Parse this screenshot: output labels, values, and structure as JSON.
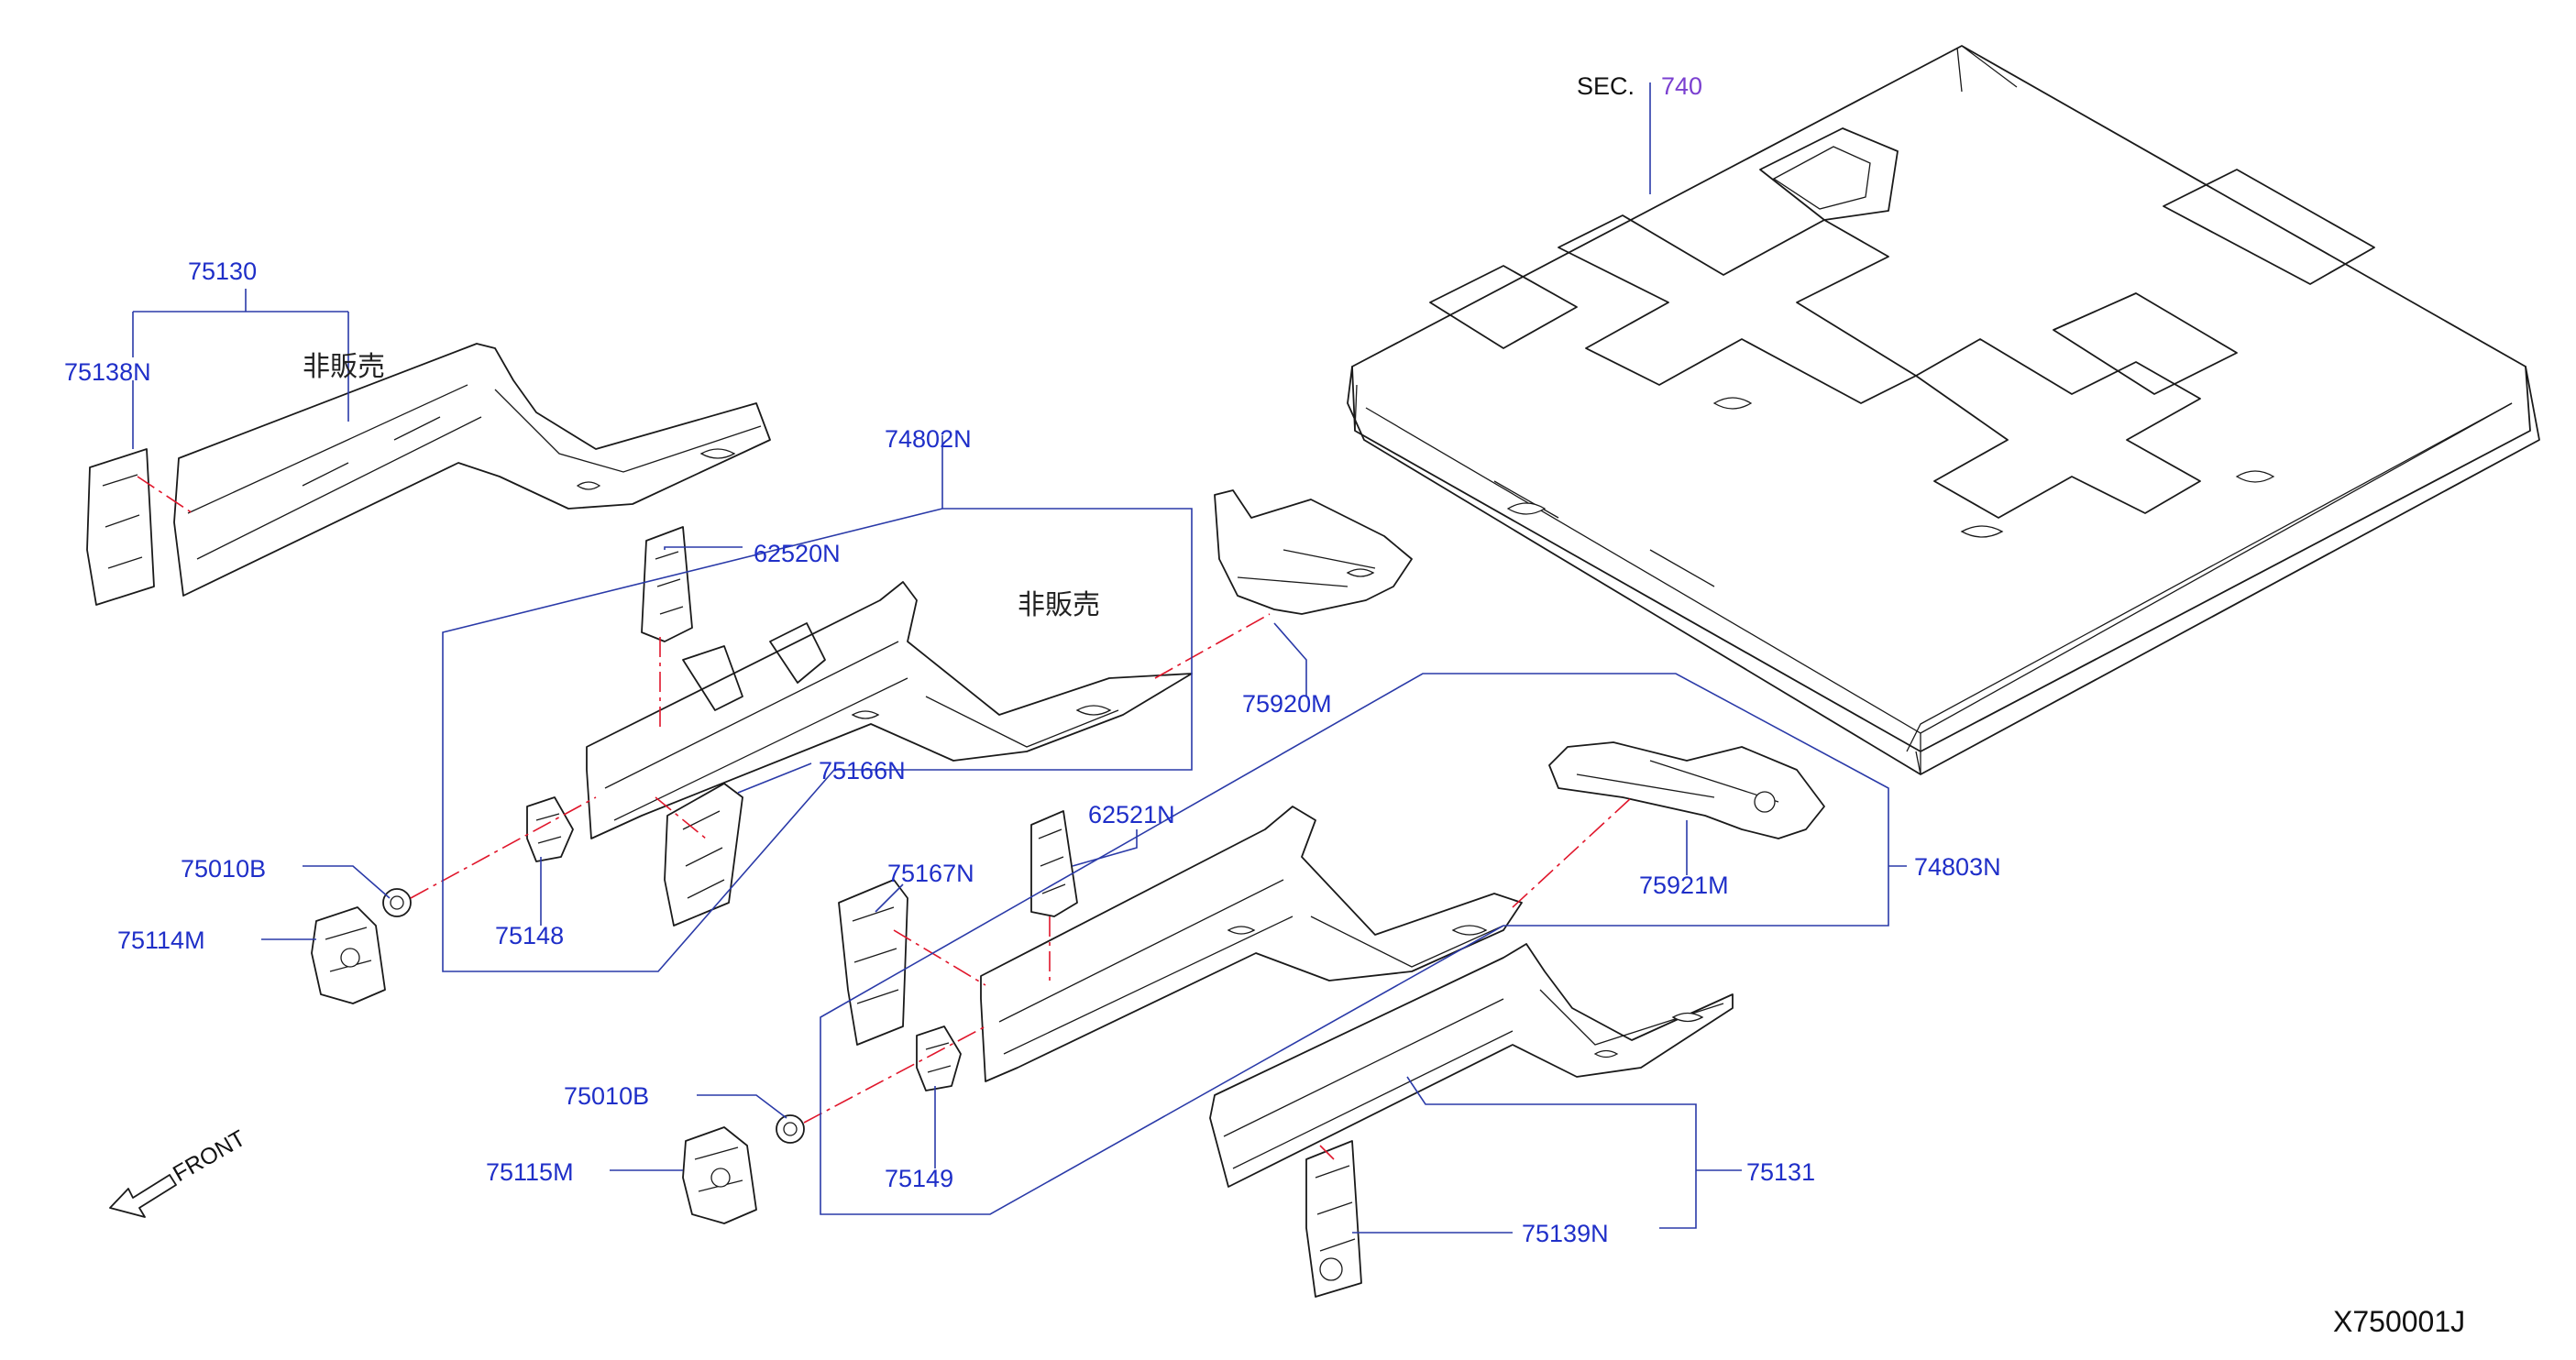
{
  "diagram": {
    "section_label": "SEC.",
    "section_number": "740",
    "not_for_sale_note": "非販売",
    "front_label": "FRONT",
    "illustration_code": "X750001J",
    "colors": {
      "callout": "#1f2fc8",
      "leader": "#2a3aa8",
      "center_line": "#e0162b",
      "section_number": "#7a3fd0"
    },
    "callouts": {
      "p75130": "75130",
      "p75138N": "75138N",
      "p74802N": "74802N",
      "p62520N": "62520N",
      "p75920M": "75920M",
      "p75166N": "75166N",
      "p75010B_a": "75010B",
      "p75114M": "75114M",
      "p75148": "75148",
      "p62521N": "62521N",
      "p75167N": "75167N",
      "p74803N": "74803N",
      "p75921M": "75921M",
      "p75010B_b": "75010B",
      "p75115M": "75115M",
      "p75149": "75149",
      "p75131": "75131",
      "p75139N": "75139N"
    }
  }
}
